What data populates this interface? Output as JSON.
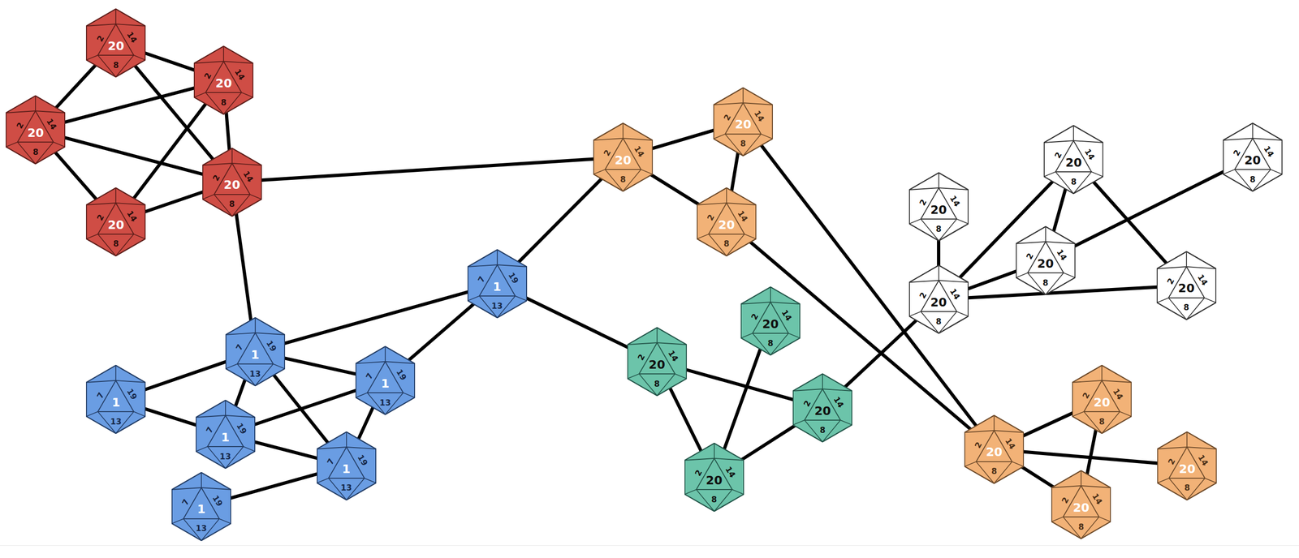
{
  "diagram": {
    "nodes": [
      {
        "text": [
          "20",
          "2",
          "14",
          "8"
        ]
      },
      {
        "text": [
          "20",
          "2",
          "14",
          "8"
        ]
      },
      {
        "text": [
          "20",
          "2",
          "14",
          "8"
        ]
      },
      {
        "text": [
          "20",
          "2",
          "14",
          "8"
        ]
      },
      {
        "text": [
          "20",
          "2",
          "14",
          "8"
        ]
      },
      {
        "text": [
          "1",
          "7",
          "19",
          "13"
        ]
      },
      {
        "text": [
          "1",
          "7",
          "19",
          "13"
        ]
      },
      {
        "text": [
          "1",
          "7",
          "19",
          "13"
        ]
      },
      {
        "text": [
          "1",
          "7",
          "19",
          "13"
        ]
      },
      {
        "text": [
          "1",
          "7",
          "19",
          "13"
        ]
      },
      {
        "text": [
          "1",
          "7",
          "19",
          "13"
        ]
      },
      {
        "text": [
          "1",
          "7",
          "19",
          "13"
        ]
      },
      {
        "text": [
          "20",
          "2",
          "14",
          "8"
        ]
      },
      {
        "text": [
          "20",
          "2",
          "14",
          "8"
        ]
      },
      {
        "text": [
          "20",
          "2",
          "14",
          "8"
        ]
      },
      {
        "text": [
          "20",
          "2",
          "14",
          "8"
        ]
      },
      {
        "text": [
          "20",
          "2",
          "14",
          "8"
        ]
      },
      {
        "text": [
          "20",
          "2",
          "14",
          "8"
        ]
      },
      {
        "text": [
          "20",
          "2",
          "14",
          "8"
        ]
      },
      {
        "text": [
          "20",
          "2",
          "14",
          "8"
        ]
      },
      {
        "text": [
          "20",
          "2",
          "14",
          "8"
        ]
      },
      {
        "text": [
          "20",
          "2",
          "14",
          "8"
        ]
      },
      {
        "text": [
          "20",
          "2",
          "14",
          "8"
        ]
      },
      {
        "text": [
          "20",
          "2",
          "14",
          "8"
        ]
      },
      {
        "text": [
          "20",
          "2",
          "14",
          "8"
        ]
      },
      {
        "text": [
          "20",
          "2",
          "14",
          "8"
        ]
      },
      {
        "text": [
          "20",
          "2",
          "14",
          "8"
        ]
      },
      {
        "text": [
          "20",
          "2",
          "14",
          "8"
        ]
      },
      {
        "text": [
          "20",
          "2",
          "14",
          "8"
        ]
      }
    ],
    "edges": [
      {
        "from": 0,
        "to": 1,
        "arrow": "none"
      },
      {
        "from": 0,
        "to": 2,
        "arrow": "none"
      },
      {
        "from": 0,
        "to": 3,
        "arrow": "none"
      },
      {
        "from": 2,
        "to": 1,
        "arrow": "none"
      },
      {
        "from": 2,
        "to": 3,
        "arrow": "none"
      },
      {
        "from": 2,
        "to": 4,
        "arrow": "none"
      },
      {
        "from": 1,
        "to": 3,
        "arrow": "none"
      },
      {
        "from": 1,
        "to": 4,
        "arrow": "none"
      },
      {
        "from": 4,
        "to": 3,
        "arrow": "none"
      },
      {
        "from": 3,
        "to": 12,
        "arrow": "none"
      },
      {
        "from": 3,
        "to": 6,
        "arrow": "none"
      },
      {
        "from": 6,
        "to": 5,
        "arrow": "none"
      },
      {
        "from": 6,
        "to": 7,
        "arrow": "none"
      },
      {
        "from": 6,
        "to": 8,
        "arrow": "none"
      },
      {
        "from": 6,
        "to": 9,
        "arrow": "none"
      },
      {
        "from": 6,
        "to": 10,
        "arrow": "none"
      },
      {
        "from": 7,
        "to": 9,
        "arrow": "none"
      },
      {
        "from": 9,
        "to": 8,
        "arrow": "none"
      },
      {
        "from": 9,
        "to": 10,
        "arrow": "none"
      },
      {
        "from": 8,
        "to": 10,
        "arrow": "none"
      },
      {
        "from": 10,
        "to": 11,
        "arrow": "none"
      },
      {
        "from": 5,
        "to": 8,
        "arrow": "none"
      },
      {
        "from": 5,
        "to": 12,
        "arrow": "none"
      },
      {
        "from": 5,
        "to": 15,
        "arrow": "none"
      },
      {
        "from": 12,
        "to": 13,
        "arrow": "none"
      },
      {
        "from": 12,
        "to": 14,
        "arrow": "none"
      },
      {
        "from": 13,
        "to": 14,
        "arrow": "none"
      },
      {
        "from": 13,
        "to": 25,
        "arrow": "none"
      },
      {
        "from": 14,
        "to": 25,
        "arrow": "none"
      },
      {
        "from": 15,
        "to": 17,
        "arrow": "none"
      },
      {
        "from": 15,
        "to": 18,
        "arrow": "none"
      },
      {
        "from": 16,
        "to": 18,
        "arrow": "none"
      },
      {
        "from": 18,
        "to": 17,
        "arrow": "none"
      },
      {
        "from": 17,
        "to": 22,
        "arrow": "none"
      },
      {
        "from": 19,
        "to": 22,
        "arrow": "none"
      },
      {
        "from": 22,
        "to": 20,
        "arrow": "none"
      },
      {
        "from": 22,
        "to": 23,
        "arrow": "none"
      },
      {
        "from": 22,
        "to": 24,
        "arrow": "none"
      },
      {
        "from": 20,
        "to": 23,
        "arrow": "none"
      },
      {
        "from": 20,
        "to": 24,
        "arrow": "none"
      },
      {
        "from": 23,
        "to": 21,
        "arrow": "none"
      },
      {
        "from": 25,
        "to": 26,
        "arrow": "none"
      },
      {
        "from": 25,
        "to": 27,
        "arrow": "none"
      },
      {
        "from": 25,
        "to": 28,
        "arrow": "none"
      },
      {
        "from": 26,
        "to": 28,
        "arrow": "none"
      }
    ]
  }
}
